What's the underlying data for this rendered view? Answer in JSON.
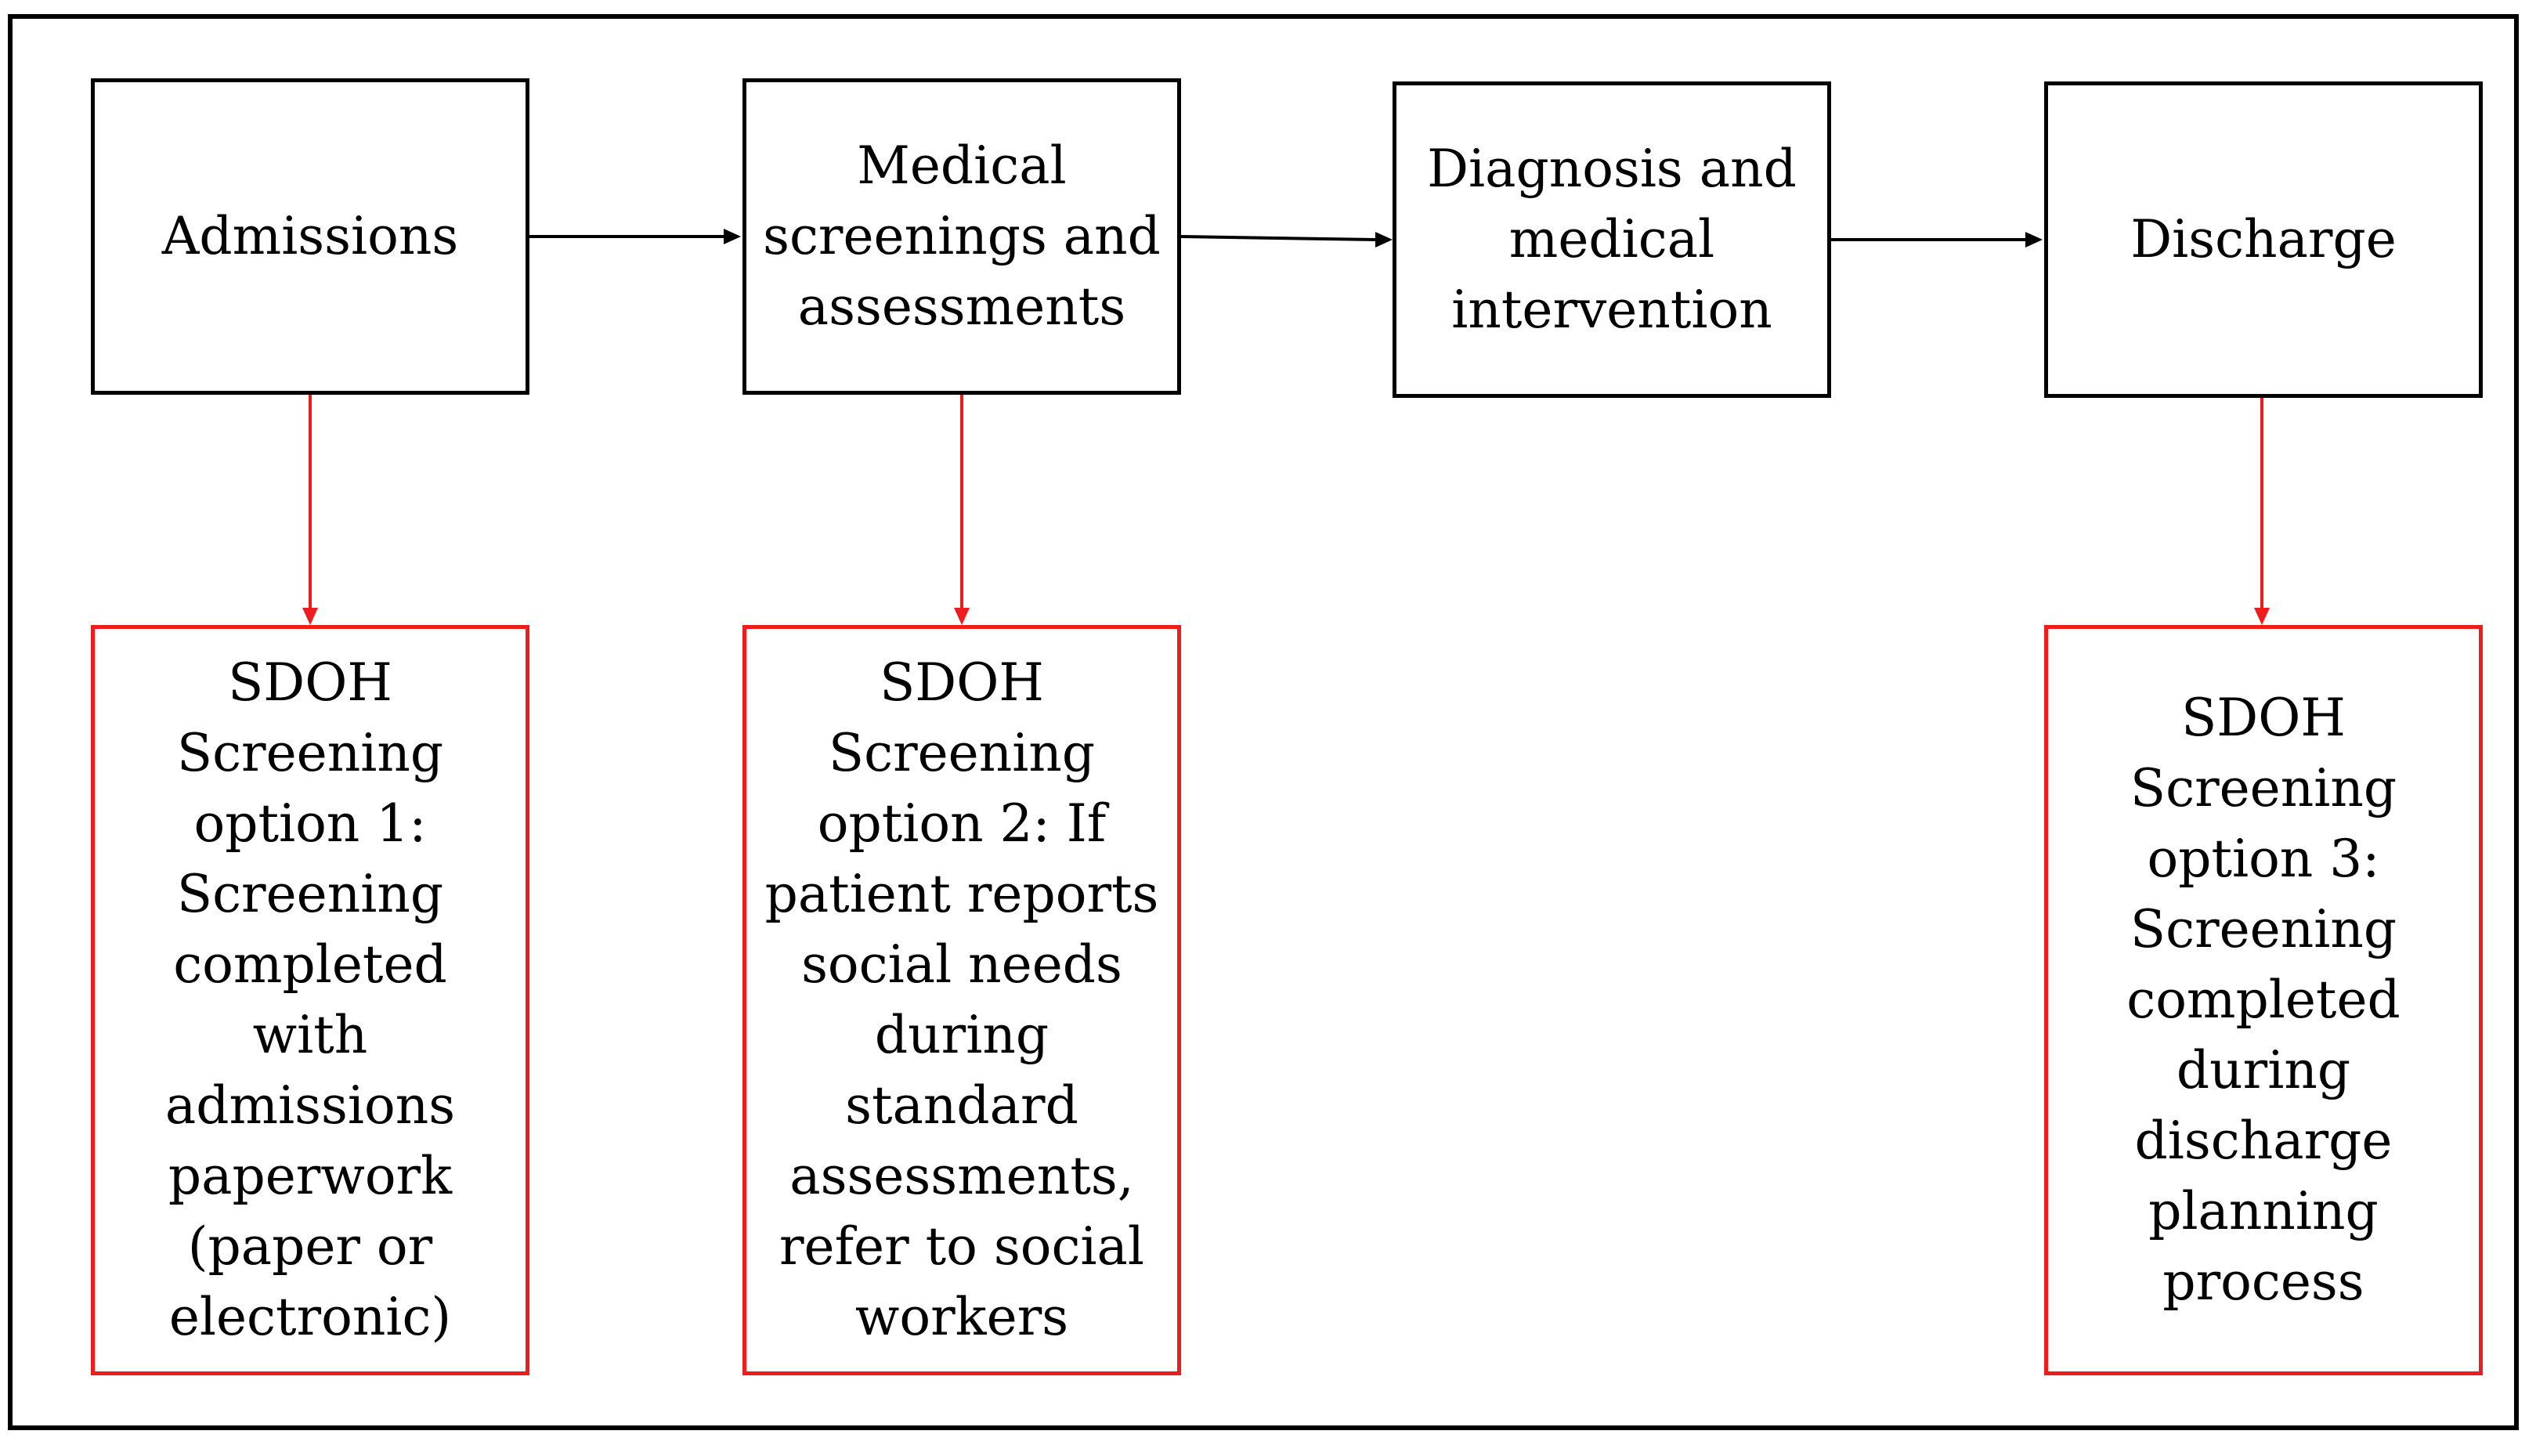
{
  "flow": {
    "steps": [
      {
        "label": "Admissions"
      },
      {
        "label": "Medical\nscreenings and\nassessments"
      },
      {
        "label": "Diagnosis and\nmedical\nintervention"
      },
      {
        "label": "Discharge"
      }
    ]
  },
  "sdoh_options": [
    {
      "label": "SDOH\nScreening\noption 1:\nScreening\ncompleted\nwith\nadmissions\npaperwork\n(paper or\nelectronic)"
    },
    {
      "label": "SDOH\nScreening\noption 2: If\npatient reports\nsocial needs\nduring\nstandard\nassessments,\nrefer to social\nworkers"
    },
    {
      "label": "SDOH\nScreening\noption 3:\nScreening\ncompleted\nduring\ndischarge\nplanning\nprocess"
    }
  ],
  "colors": {
    "flow_border": "#000000",
    "sdoh_border": "#ee1c1c",
    "flow_arrow": "#000000",
    "sdoh_arrow": "#ee1c1c"
  }
}
